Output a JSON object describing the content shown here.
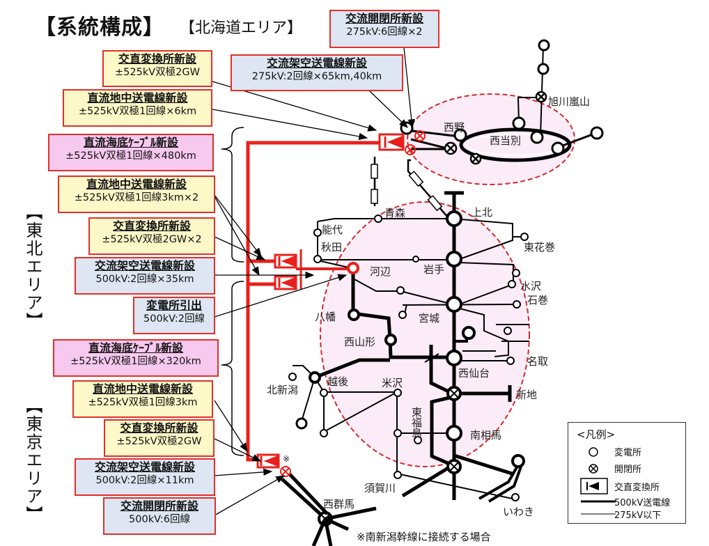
{
  "header": {
    "title": "【系統構成】",
    "subtitle": "【北海道エリア】"
  },
  "areas": {
    "tohoku": "【東北エリア】",
    "tokyo": "【東京エリア】"
  },
  "callouts": {
    "hk_switch": {
      "head": "交流開閉所新設",
      "sub": "275kV:6回線×2"
    },
    "hk_converter": {
      "head": "交直変換所新設",
      "sub": "±525kV双極2GW"
    },
    "hk_overhead": {
      "head": "交流架空送電線新設",
      "sub": "275kV:2回線×65km,40km"
    },
    "hk_underground": {
      "head": "直流地中送電線新設",
      "sub": "±525kV双極1回線×6km"
    },
    "submarine_480": {
      "head": "直流海底ｹｰﾌﾞﾙ新設",
      "sub": "±525kV双極1回線×480km"
    },
    "th_underground": {
      "head": "直流地中送電線新設",
      "sub": "±525kV双極1回線3km×2"
    },
    "th_converter": {
      "head": "交直変換所新設",
      "sub": "±525kV双極2GW×2"
    },
    "th_overhead": {
      "head": "交流架空送電線新設",
      "sub": "500kV:2回線×35km"
    },
    "th_substation": {
      "head": "変電所引出",
      "sub": "500kV:2回線"
    },
    "submarine_320": {
      "head": "直流海底ｹｰﾌﾞﾙ新設",
      "sub": "±525kV双極1回線×320km"
    },
    "tk_underground": {
      "head": "直流地中送電線新設",
      "sub": "±525kV双極1回線3km"
    },
    "tk_converter": {
      "head": "交直変換所新設",
      "sub": "±525kV双極2GW"
    },
    "tk_overhead": {
      "head": "交流架空送電線新設",
      "sub": "500kV:2回線×11km"
    },
    "tk_switch": {
      "head": "交流開閉所新設",
      "sub": "500kV:6回線"
    }
  },
  "stations": {
    "nishino": "西野",
    "nishitobetsu": "西当別",
    "asahikawa": "旭川嵐山",
    "aomori": "青森",
    "kamikita": "上北",
    "noshiro": "能代",
    "akita": "秋田",
    "higashihanamaki": "東花巻",
    "kawabe": "河辺",
    "iwate": "岩手",
    "mizusawa": "水沢",
    "ishinomaki": "石巻",
    "yawata": "八幡",
    "miyagi": "宮城",
    "nishiyamagata": "西山形",
    "natori": "名取",
    "nishisendai": "西仙台",
    "kitaniigata": "北新潟",
    "echigo": "越後",
    "yonezawa": "米沢",
    "shinchi": "新地",
    "higashifukushima": "東福島",
    "minamisoma": "南相馬",
    "sukagawa": "須賀川",
    "iwaki": "いわき",
    "nishigunma": "西群馬"
  },
  "asterisk": "※",
  "note": "※南新潟幹線に接続する場合",
  "legend": {
    "title": "<凡例>",
    "items": [
      "変電所",
      "開閉所",
      "交直変換所",
      "500kV送電線",
      "275kV以下"
    ]
  },
  "colors": {
    "accent": "#e8201c",
    "region_fill": "#fcecf8",
    "region_stroke": "#d42a2a"
  }
}
